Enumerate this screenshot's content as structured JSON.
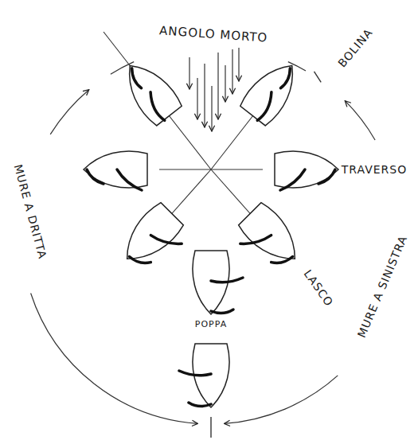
{
  "diagram": {
    "labels": [
      "ANGOLO MORTO",
      "BOLINA",
      "TRAVERSO",
      "LASCO",
      "POPPA",
      "MURE A DRITTA",
      "MURE A SINISTRA"
    ]
  }
}
